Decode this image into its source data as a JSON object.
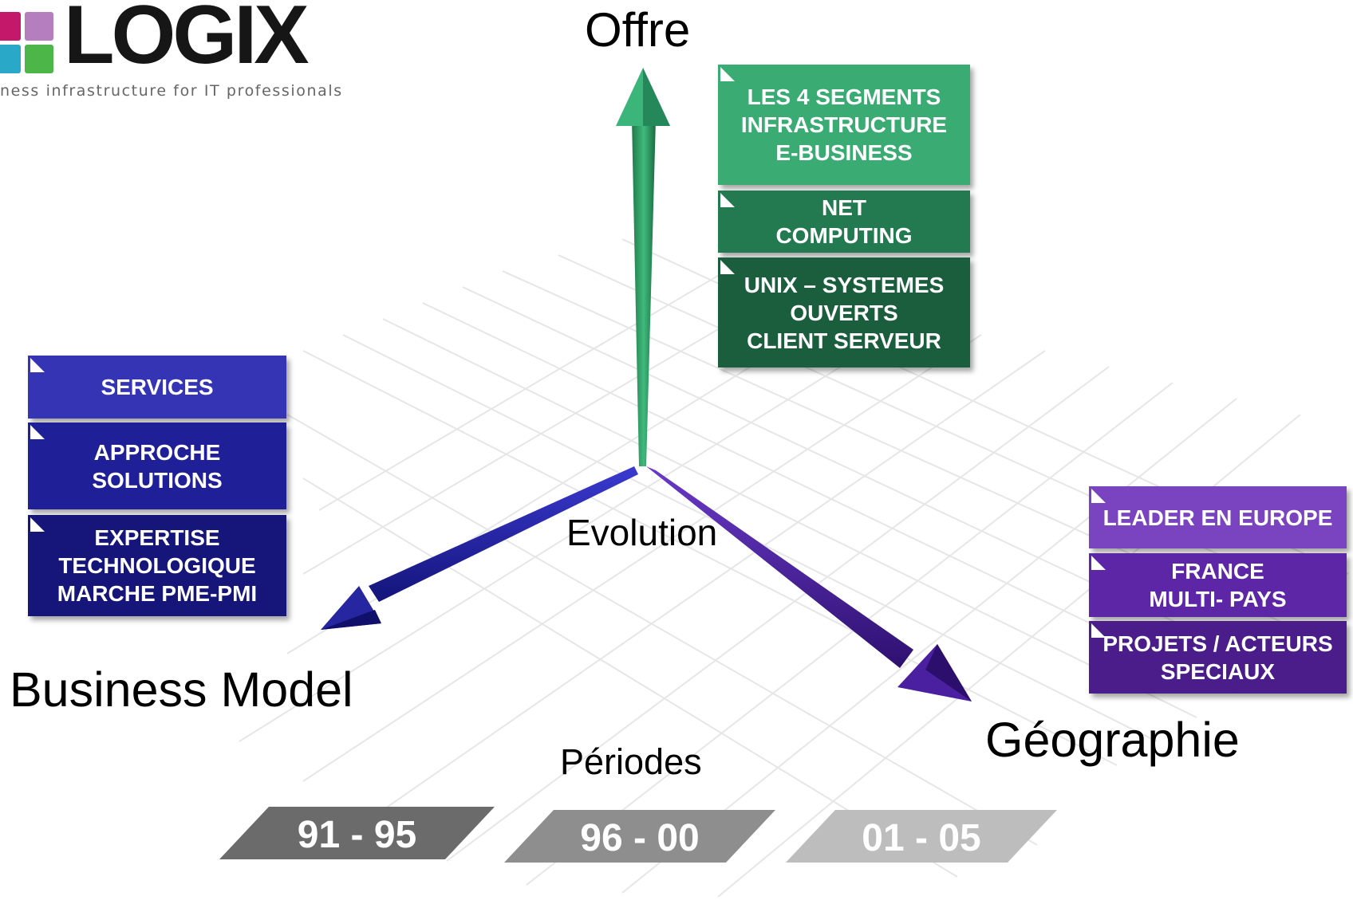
{
  "logo": {
    "wordmark": "LOGIX",
    "tagline": "ness infrastructure for IT professionals",
    "square_colors": [
      "#c4186a",
      "#b57fbf",
      "#29a8c7",
      "#4cb648"
    ]
  },
  "axes": {
    "offre": "Offre",
    "business_model": "Business Model",
    "geographie": "Géographie",
    "evolution": "Evolution",
    "periodes": "Périodes"
  },
  "offre_boxes": [
    {
      "label": "LES 4 SEGMENTS\nINFRASTRUCTURE\nE-BUSINESS",
      "color": "#3bab74"
    },
    {
      "label": "NET\nCOMPUTING",
      "color": "#237a51"
    },
    {
      "label": "UNIX – SYSTEMES\nOUVERTS\nCLIENT SERVEUR",
      "color": "#1b5e3d"
    }
  ],
  "business_boxes": [
    {
      "label": "SERVICES",
      "color": "#3434b5"
    },
    {
      "label": "APPROCHE\nSOLUTIONS",
      "color": "#1f1f98"
    },
    {
      "label": "EXPERTISE\nTECHNOLOGIQUE\nMARCHE PME-PMI",
      "color": "#15157a"
    }
  ],
  "geo_boxes": [
    {
      "label": "LEADER EN EUROPE",
      "color": "#7a44c0"
    },
    {
      "label": "FRANCE\nMULTI- PAYS",
      "color": "#5c26a6"
    },
    {
      "label": "PROJETS / ACTEURS\nSPECIAUX",
      "color": "#4a1d8a"
    }
  ],
  "periods": [
    {
      "label": "91 - 95",
      "color": "#6b6b6b"
    },
    {
      "label": "96 - 00",
      "color": "#8e8e8e"
    },
    {
      "label": "01 - 05",
      "color": "#bdbdbd"
    }
  ],
  "colors": {
    "offre_arrow": "#2e9a64",
    "business_arrow": "#2a2aa8",
    "geo_arrow": "#4b22a0",
    "grid": "#e4e4e4"
  }
}
